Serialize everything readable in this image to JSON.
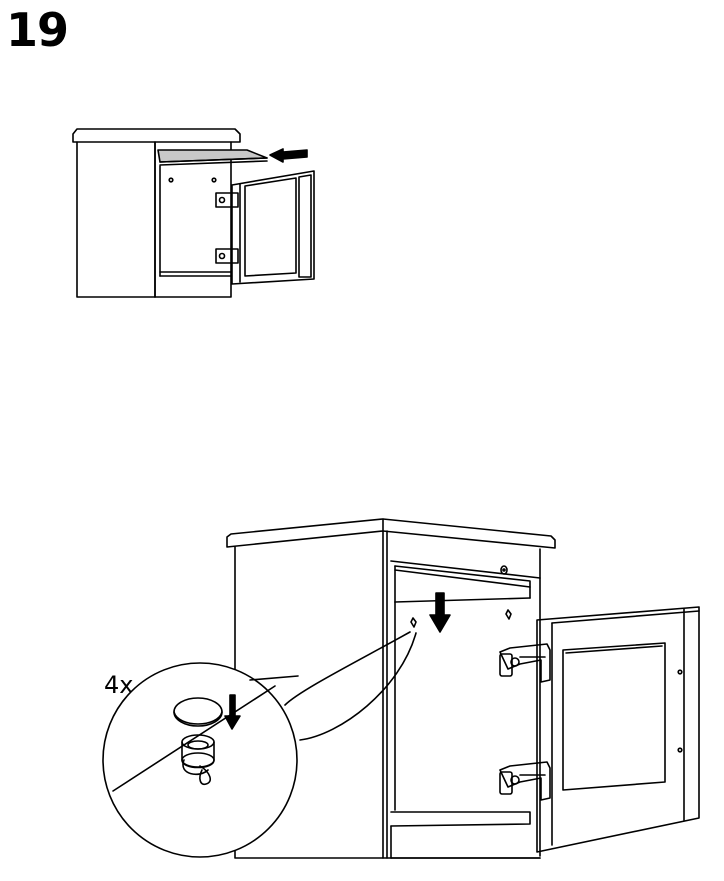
{
  "step": {
    "number": "19"
  },
  "detail": {
    "quantity_label": "4x"
  },
  "illustrations": {
    "overview": "cabinet-shelf-insert-small",
    "main": "cabinet-shelf-insert-large",
    "detail": "shelf-pin-magnified"
  },
  "colors": {
    "line": "#000000",
    "shelf_fill": "#c8c8c8",
    "background": "#ffffff"
  }
}
